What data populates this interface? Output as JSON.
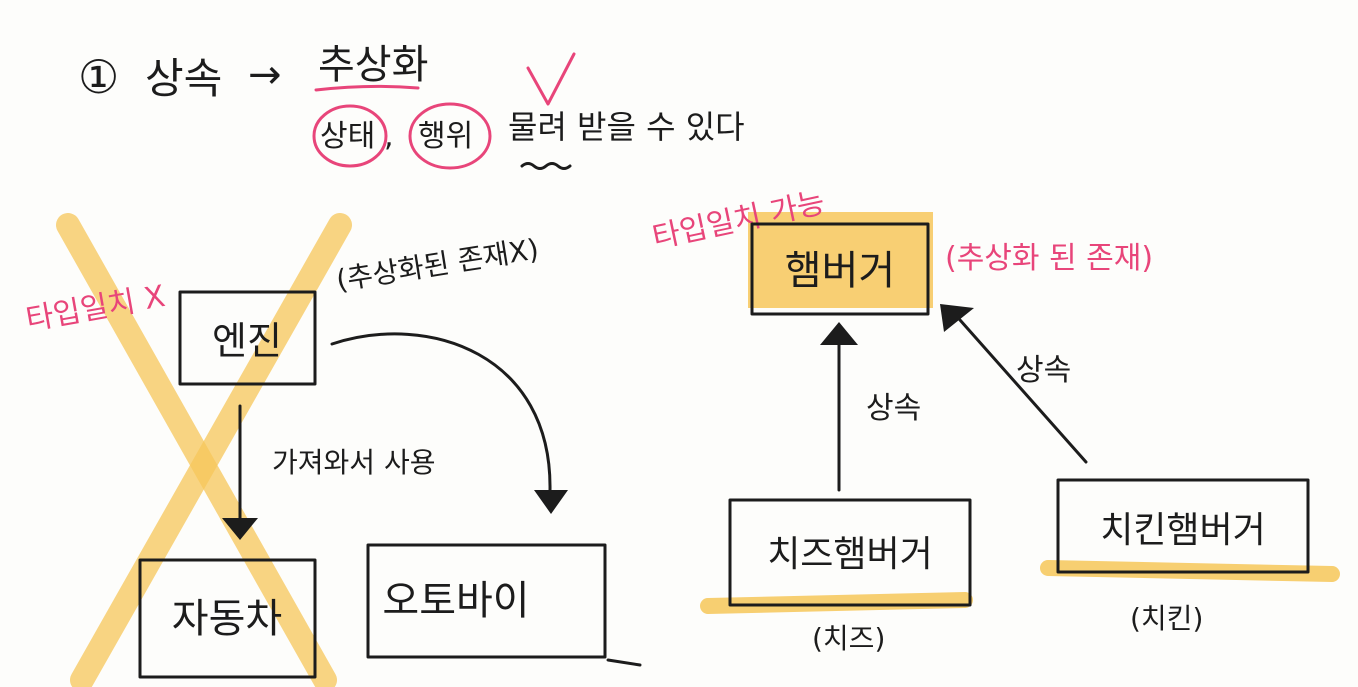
{
  "header": {
    "number": "①",
    "inheritance": "상속",
    "arrow": "→",
    "abstraction": "추상화"
  },
  "subtitle": {
    "state": "상태",
    "separator": ",",
    "behavior": "행위",
    "rest": "물려 받을 수 있다"
  },
  "left": {
    "type_mismatch": "타입일치 X",
    "note": "(추상화된 존재X)",
    "engine": "엔진",
    "use_label": "가져와서 사용",
    "car": "자동차",
    "motorbike": "오토바이"
  },
  "right": {
    "type_match": "타입일치 가능",
    "hamburger": "햄버거",
    "note": "(추상화 된 존재)",
    "inherit_label_1": "상속",
    "inherit_label_2": "상속",
    "cheese_burger": "치즈햄버거",
    "cheese_note": "(치즈)",
    "chicken_burger": "치킨햄버거",
    "chicken_note": "(치킨)"
  },
  "colors": {
    "ink": "#1c1c1c",
    "pink": "#e8457a",
    "highlight": "#f7c75a"
  }
}
